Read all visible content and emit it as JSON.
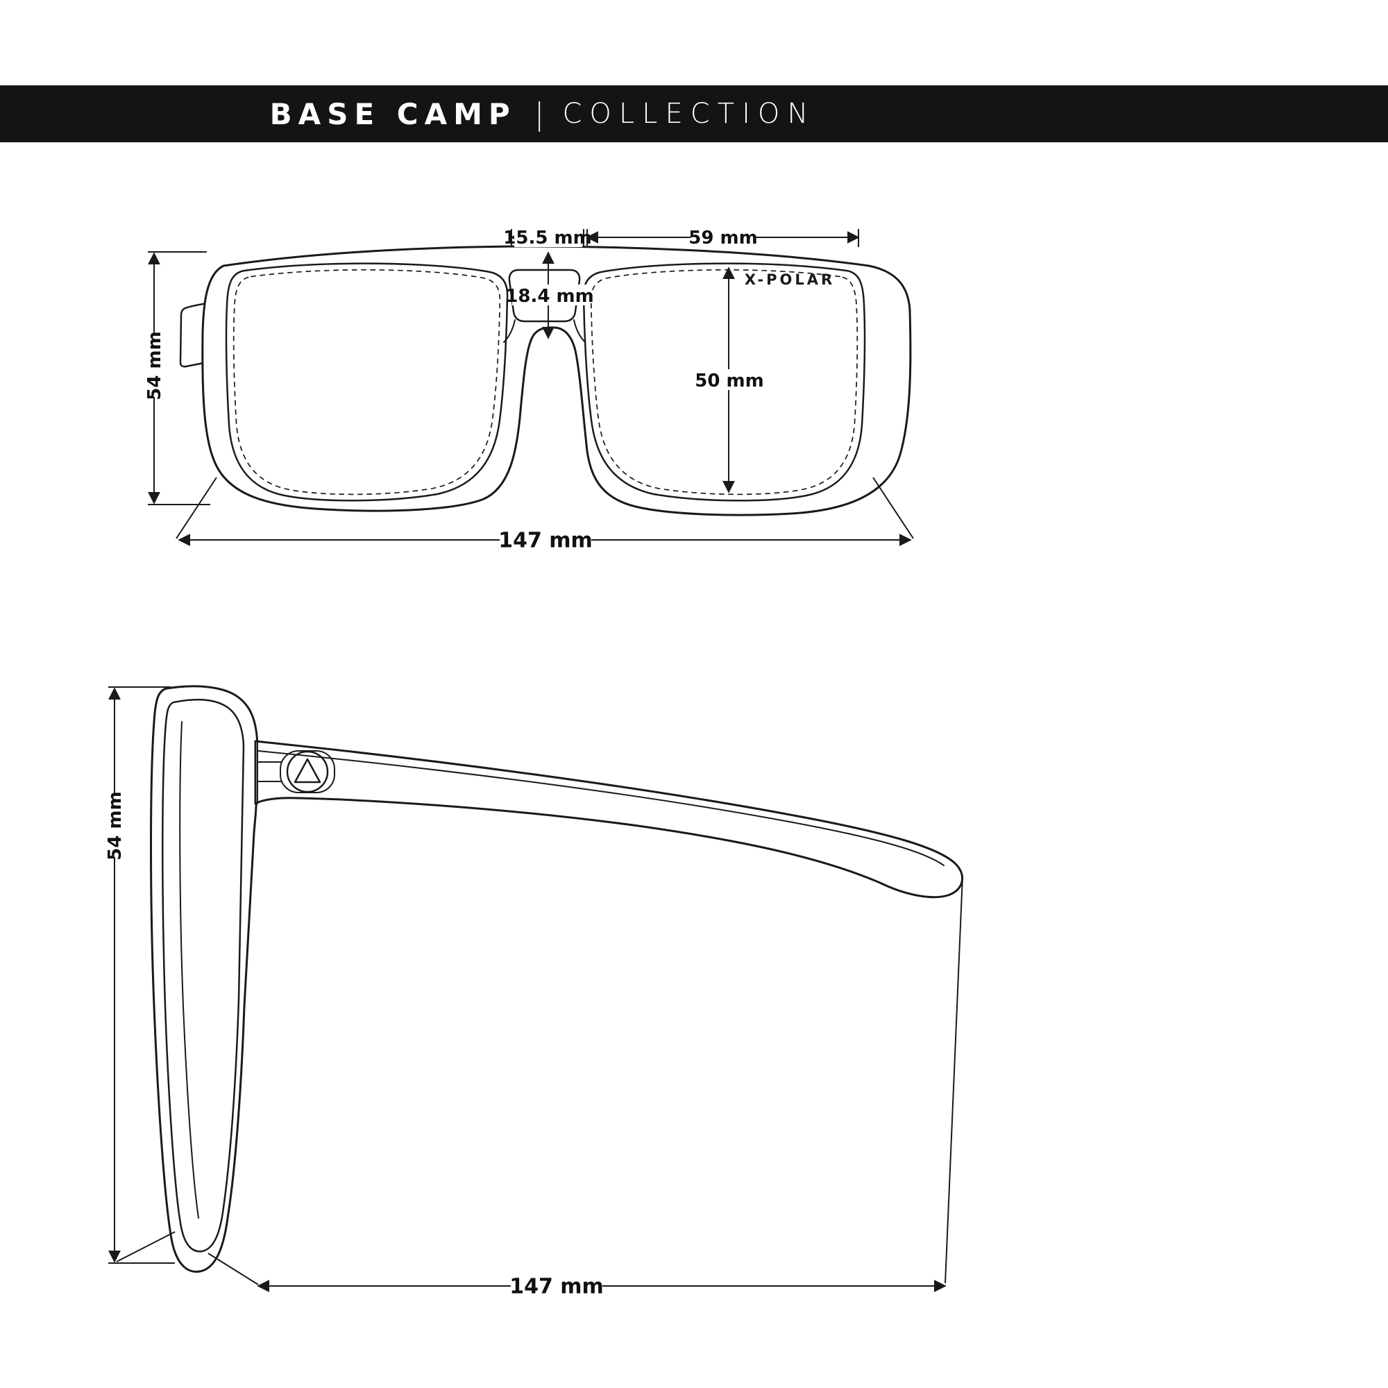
{
  "header": {
    "title": "BASE CAMP",
    "separator": "|",
    "subtitle": "COLLECTION"
  },
  "front_view": {
    "brand_label": "X-POLAR",
    "dimensions": {
      "bridge_width": "15.5 mm",
      "lens_width": "59 mm",
      "bridge_height": "18.4 mm",
      "lens_height": "50 mm",
      "frame_height": "54 mm",
      "total_width": "147 mm"
    }
  },
  "side_view": {
    "dimensions": {
      "frame_height": "54 mm",
      "temple_length": "147 mm"
    }
  },
  "colors": {
    "ink": "#1a1a1a",
    "band": "#141414",
    "background": "#ffffff"
  }
}
